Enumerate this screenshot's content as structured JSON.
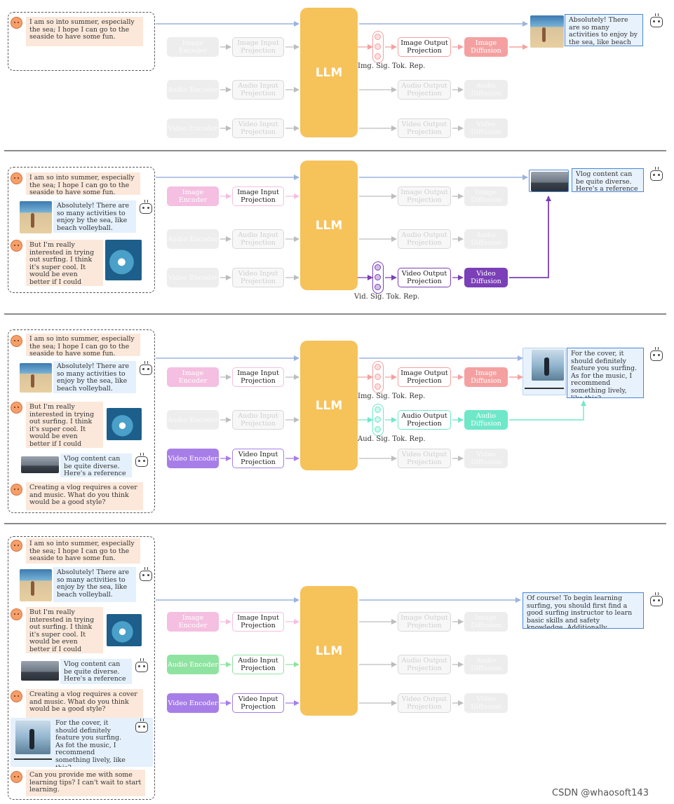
{
  "llm_label": "LLM",
  "modules": {
    "image_encoder": "Image Encoder",
    "image_input_projection": "Image Input Projection",
    "image_output_projection": "Image Output Projection",
    "image_diffusion": "Image Diffusion",
    "audio_encoder": "Audio Encoder",
    "audio_input_projection": "Audio Input Projection",
    "audio_output_projection": "Audio Output Projection",
    "audio_diffusion": "Audio Diffusion",
    "video_encoder": "Video Encoder",
    "video_input_projection": "Video Input Projection",
    "video_output_projection": "Video Output Projection",
    "video_diffusion": "Video Diffusion"
  },
  "token_labels": {
    "image": "Img. Sig. Tok. Rep.",
    "video": "Vid. Sig. Tok. Rep.",
    "audio": "Aud. Sig. Tok. Rep."
  },
  "conversation": {
    "u1": "I am so into summer, especially the sea; I hope I can go to the seaside to have some fun.",
    "b1": "Absolutely! There are so many activities to enjoy by the sea, like beach volleyball.",
    "u2": "But I'm really interested in trying out surfing. I think it's super cool. It would be even better if I could create a vlog to showcase my progress.",
    "b2": "Vlog content can be quite diverse. Here's a reference",
    "u3": "Creating a vlog requires a cover and music. What do you think would be a good style?",
    "b3_out": "For the cover, it should definitely feature you surfing. As for the music, I recommend something lively, like this?",
    "b3_hist": "For the cover, it should definitely feature you surfing. As fot the music, I recommend something lively, like this?",
    "u4": "Can you provide me with some learning tips? I can't wait to start learning.",
    "b4": "Of course! To begin learning surfing, you should first find a good surfing instructor to learn basic skills and safety knowledge. Additionally ..."
  },
  "colors": {
    "llm": "#f6c25a",
    "image": "#f4bfe0",
    "image_out": "#f5a0a0",
    "audio": "#8fe3a0",
    "audio_out": "#6ee8c8",
    "video": "#a77ee8",
    "video_out": "#7b3fb8",
    "text_flow": "#9bb3e0"
  },
  "credit": "CSDN @whaosoft143"
}
